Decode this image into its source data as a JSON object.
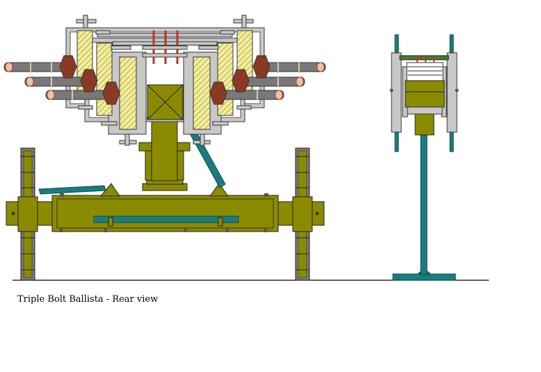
{
  "caption": "Triple Bolt Ballista - Rear view",
  "colors": {
    "olive": "#8b8b00",
    "teal": "#1a7d7d",
    "silver": "#c8c8c8",
    "rope_red": "#c4301e",
    "rope_tan": "#e0c8a8",
    "knot_brown": "#8a3a22",
    "straw": "#f2ee9e",
    "ground": "#000000",
    "background": "#ffffff"
  },
  "views": [
    "rear-view",
    "side-view"
  ]
}
